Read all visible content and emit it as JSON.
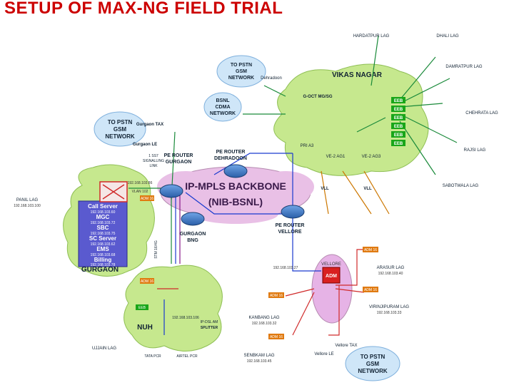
{
  "title": "SETUP OF MAX-NG FIELD TRIAL",
  "clouds": {
    "backbone": "IP-MPLS BACKBONE",
    "backbone_sub": "(NIB-BSNL)",
    "vikas": "VIKAS NAGAR",
    "gurgaon": "GURGAON",
    "nuh": "NUH",
    "vellore": "VELLORE"
  },
  "networks": {
    "pstn_top": [
      "TO PSTN",
      "GSM",
      "NETWORK"
    ],
    "pstn_left": [
      "TO PSTN",
      "GSM",
      "NETWORK"
    ],
    "pstn_bottom": [
      "TO PSTN",
      "GSM",
      "NETWORK"
    ],
    "bsnl_cdma": [
      "BSNL",
      "CDMA",
      "NETWORK"
    ]
  },
  "routers": {
    "gurgaon": [
      "PE ROUTER",
      "GURGAON"
    ],
    "dehradoon": [
      "PE ROUTER",
      "DEHRADOON"
    ],
    "vellore": [
      "PE ROUTER",
      "VELLORE"
    ],
    "gurgaon_bng": [
      "GURGAON",
      "BNG"
    ]
  },
  "gurgaon_stack": [
    "Call Server",
    "192.168.103.60",
    "MGC",
    "192.168.103.72",
    "SBC",
    "192.168.103.75",
    "SC Server",
    "192.168.103.62",
    "EMS",
    "192.168.103.68",
    "Billing",
    "192.168.103.78"
  ],
  "gurgaon_misc": {
    "vlan": "VLAN 102",
    "adm": "ADM 16",
    "ip": "192.168.103.86",
    "stm": "STM 16/4G",
    "gurgaon_tax": "Gurgaon TAX",
    "gurgaon_le": "Gurgaon LE",
    "signalling": [
      "1 SS7",
      "SIGNALLING",
      "LINK"
    ]
  },
  "vikas": {
    "ggct": "G-OCT MG/SG",
    "pri": "PRI A3",
    "ve1": "VE-2 AG1",
    "ve2": "VE-2 AG3",
    "eeb": "EEB",
    "dehradoon": "Dehradoon",
    "vll": "VLL"
  },
  "nuh": {
    "adm": "ADM 16",
    "ip": "192.168.103.106",
    "eeb": "EEB",
    "splitter": "SPLITTER",
    "dslam": "IP-DSL AM",
    "tatapcr": "TATA PCR",
    "airtel": "AIRTEL PCR"
  },
  "vellore": {
    "adm": "ADM",
    "adm16_1": "ADM 16",
    "adm16_2": "ADM 16",
    "adm16_3": "ADM 16",
    "adm16_4": "ADM 16",
    "tax": "Vellore TAX",
    "le": "Vellore LE",
    "ip": "192.168.103.27"
  },
  "sites": {
    "hardatpur": "HARDATPUR LAG",
    "dhalli": "DHALI LAG",
    "damratpur": "DAMRATPUR LAG",
    "chelhrata": "CHEHRATA LAG",
    "rajsi": "RAJSI LAG",
    "sabotwala": "SABOTWALA LAG",
    "panilal": "PANIL LAG",
    "ujjain": "UJJAIN LAG",
    "arasur": "ARASUR LAG",
    "virinjipuram": "VIRINJIPURAM LAG",
    "kanbang": "KANBANG LAG",
    "shenbkam": "SENBKAM LAG"
  },
  "site_ips": {
    "panilal": "192.168.103.100",
    "arasur": "192.168.103.40",
    "virinjipuram": "192.168.103.33",
    "kanbang": "192.168.103.32",
    "shenbkam": "192.168.103.45"
  },
  "colors": {
    "title": "#cc0000",
    "cloud": "#c6e88e",
    "cloud_backbone": "#e9c0e6",
    "cloud_vellore": "#e6b3e6",
    "router": "#3b78c9",
    "eeb": "#19a619",
    "adm": "#e07a10",
    "switch_border": "#d02a2a",
    "stack": "#5a5acf"
  }
}
